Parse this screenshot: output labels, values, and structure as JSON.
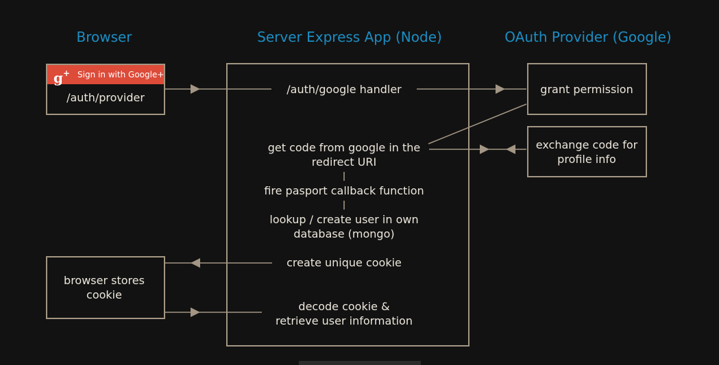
{
  "columns": {
    "browser": "Browser",
    "server": "Server Express App (Node)",
    "provider": "OAuth Provider (Google)"
  },
  "browser": {
    "google_button": {
      "icon": "g+",
      "label": "Sign in with Google+"
    },
    "auth_provider": "/auth/provider",
    "stores_cookie": "browser stores\ncookie"
  },
  "server": {
    "google_handler": "/auth/google handler",
    "get_code": "get code from google in the\nredirect URI",
    "passport_callback": "fire pasport callback function",
    "lookup_user": "lookup / create user in own\ndatabase (mongo)",
    "create_cookie": "create unique cookie",
    "decode_cookie": "decode cookie &\nretrieve user information"
  },
  "provider": {
    "grant_permission": "grant permission",
    "exchange_code": "exchange code for\nprofile info"
  },
  "colors": {
    "title": "#1b8ec4",
    "box_border": "#a39684",
    "text": "#ede7dc",
    "google_red": "#dd4b39",
    "background": "#121212"
  }
}
